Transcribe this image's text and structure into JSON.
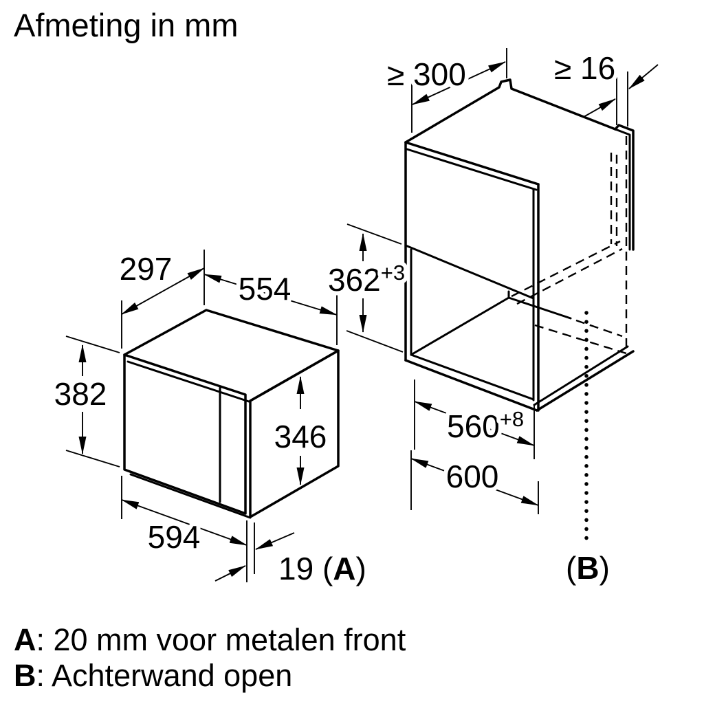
{
  "title": "Afmeting in mm",
  "colors": {
    "line": "#000000",
    "background": "#ffffff"
  },
  "microwave": {
    "depth": "297",
    "width": "554",
    "height": "382",
    "side_height": "346",
    "front_width": "594",
    "protrusion_prefix": "19 (",
    "protrusion_ref": "A",
    "protrusion_suffix": ")"
  },
  "cabinet": {
    "min_depth": "≥ 300",
    "min_side_thickness": "≥ 16",
    "niche_height": "362",
    "niche_height_tolerance": "+3",
    "niche_width": "560",
    "niche_width_tolerance": "+8",
    "outer_width": "600",
    "back_ref_prefix": "(",
    "back_ref": "B",
    "back_ref_suffix": ")"
  },
  "legend": {
    "a_label": "A",
    "a_text": ": 20 mm voor metalen front",
    "b_label": "B",
    "b_text": ": Achterwand open"
  }
}
